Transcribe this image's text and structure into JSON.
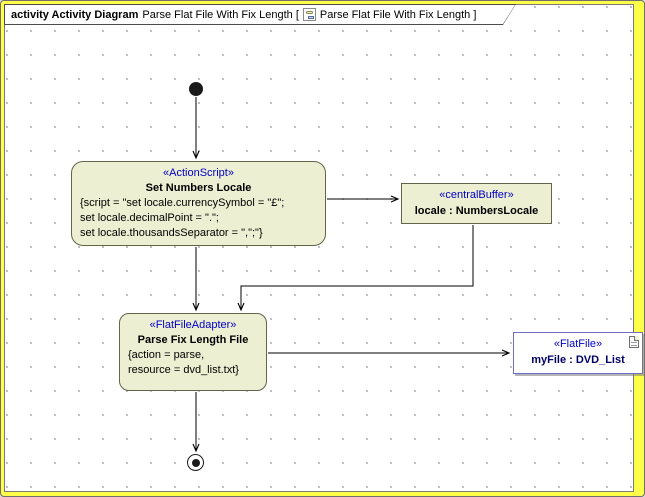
{
  "header": {
    "title_bold": "activity Activity Diagram",
    "title_mid": "Parse Flat File With Fix Length [",
    "title_end": "Parse Flat File With Fix Length ]"
  },
  "nodes": {
    "action_set_locale": {
      "stereotype": "«ActionScript»",
      "name": "Set Numbers Locale",
      "body": [
        "{script = \"set locale.currencySymbol = \"£\";",
        "set locale.decimalPoint = \".\";",
        "set locale.thousandsSeparator = \",\";\"}"
      ]
    },
    "central_buffer": {
      "stereotype": "«centralBuffer»",
      "name": "locale : NumbersLocale"
    },
    "action_parse": {
      "stereotype": "«FlatFileAdapter»",
      "name": "Parse Fix Length File",
      "body": [
        "{action = parse,",
        "resource = dvd_list.txt}"
      ]
    },
    "flat_file": {
      "stereotype": "«FlatFile»",
      "name": "myFile : DVD_List"
    }
  },
  "colors": {
    "page_background": "#ffff4a",
    "diagram_background": "#ffffff",
    "node_fill": "#edefd2",
    "node_border": "#64644a",
    "stereotype_text": "#0000c8",
    "flatfile_border": "#6e6ec8",
    "edge": "#000000"
  }
}
